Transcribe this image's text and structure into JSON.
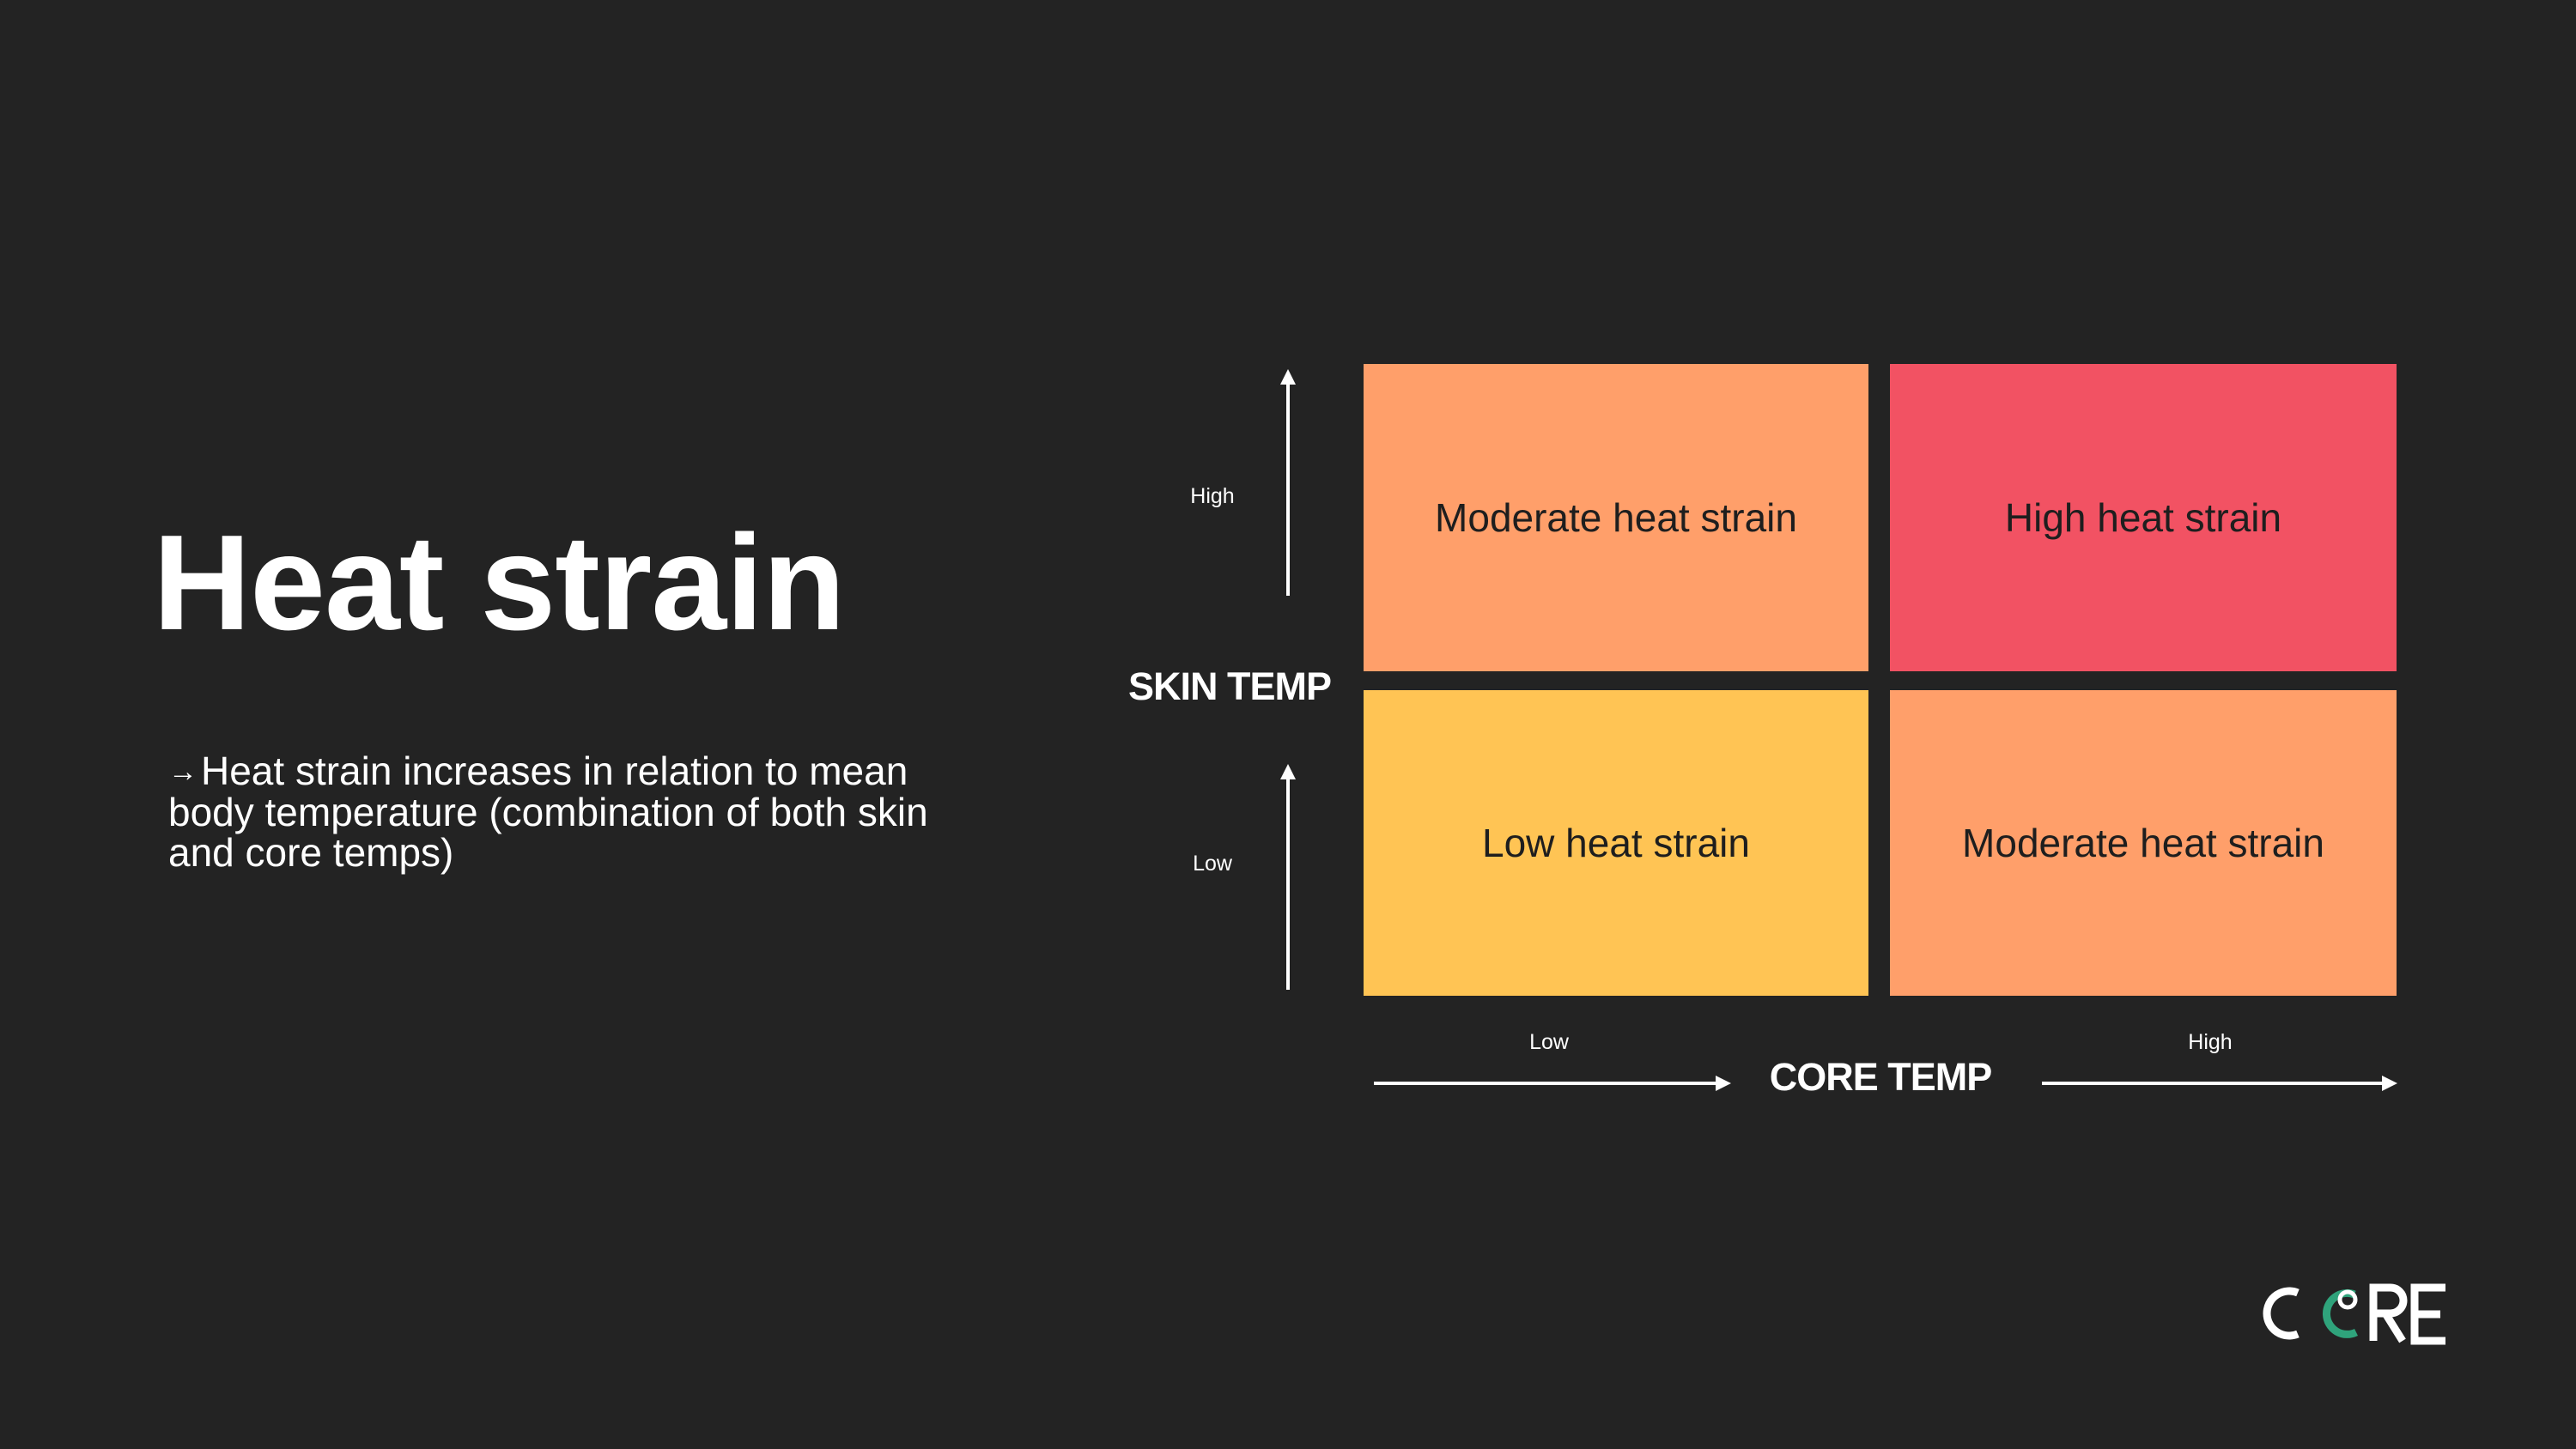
{
  "slide": {
    "title": "Heat strain",
    "bullet_arrow": "→",
    "bullet_text": "Heat strain increases in relation to mean body temperature (combination of both skin and core temps)"
  },
  "matrix": {
    "cells": {
      "top_left": "Moderate heat strain",
      "top_right": "High heat strain",
      "bottom_left": "Low heat strain",
      "bottom_right": "Moderate heat strain"
    },
    "y_axis": {
      "title": "SKIN TEMP",
      "high": "High",
      "low": "Low"
    },
    "x_axis": {
      "title": "CORE TEMP",
      "low": "Low",
      "high": "High"
    },
    "colors": {
      "moderate": "#ff9f6a",
      "high": "#f25263",
      "low": "#ffc454",
      "background": "#232323"
    }
  },
  "logo": {
    "text": "CORE",
    "accent_color": "#2fa37b"
  }
}
